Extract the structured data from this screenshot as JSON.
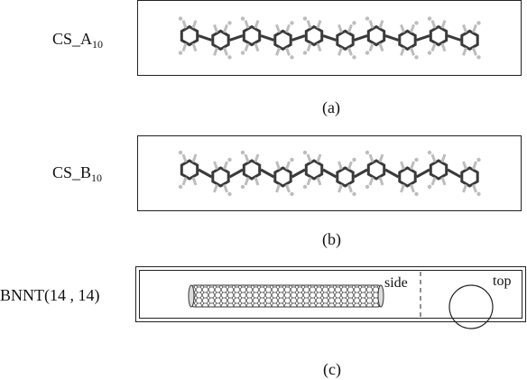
{
  "panels": [
    {
      "id": "a",
      "label_main": "CS_A",
      "label_sub": "10",
      "caption": "(a)"
    },
    {
      "id": "b",
      "label_main": "CS_B",
      "label_sub": "10",
      "caption": "(b)"
    },
    {
      "id": "c",
      "label_main": "BNNT(14 , 14)",
      "caption": "(c)",
      "view_side": "side",
      "view_top": "top"
    }
  ],
  "colors": {
    "stroke": "#222222",
    "molecule_dark": "#3a3a3a",
    "molecule_light": "#bdbdbd"
  }
}
